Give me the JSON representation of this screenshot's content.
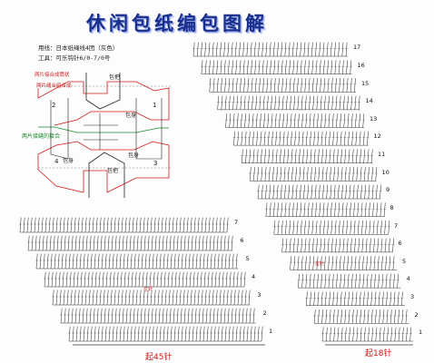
{
  "title": "休闲包纸编包图解",
  "materials": {
    "yarn": "用线：日本纸绳线4团（灰色）",
    "tools": "工具：可乐钩针6/0-7/0号"
  },
  "schematic": {
    "labels": {
      "top_note": "两片接合成筒状",
      "mid_note": "两片接缝的接合",
      "left_note": "两片缝合组合成",
      "handle_top": "包把",
      "handle_bottom": "包把",
      "main_right": "包身",
      "gusset_left": "包身",
      "bottom_body": "包身",
      "num_1": "1",
      "num_2": "2",
      "num_3": "3",
      "num_4": "4"
    },
    "colors": {
      "outline": "#d01818",
      "green": "#168a2a",
      "dark": "#222222"
    }
  },
  "right_chart": {
    "rows": [
      "17",
      "16",
      "15",
      "14",
      "13",
      "12",
      "11",
      "10",
      "9",
      "8",
      "7",
      "6",
      "5",
      "4",
      "3",
      "2",
      "1"
    ],
    "start_label": "起18针",
    "note": "拉针"
  },
  "left_chart": {
    "rows": [
      "7",
      "6",
      "5",
      "4",
      "3",
      "2",
      "1"
    ],
    "start_label": "起45针",
    "note": "拉针"
  }
}
